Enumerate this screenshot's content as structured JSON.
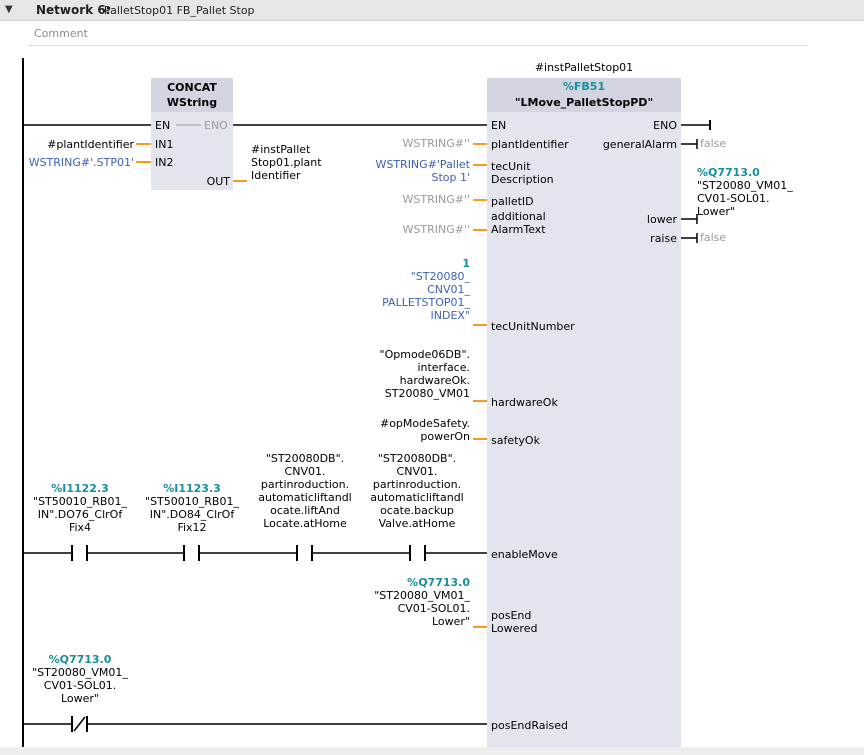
{
  "network": {
    "toggle_icon": "collapse-triangle-icon",
    "title": "Network 6:",
    "name": "PalletStop01 FB_Pallet Stop",
    "comment_placeholder": "Comment"
  },
  "concat": {
    "title": "CONCAT",
    "type": "WString",
    "en": "EN",
    "eno": "ENO",
    "in1": "IN1",
    "in2": "IN2",
    "out": "OUT",
    "in1_value": "#plantIdentifier",
    "in2_value": "WSTRING#'.STP01'",
    "out_value": [
      "#instPallet",
      "Stop01.plant",
      "Identifier"
    ]
  },
  "fb": {
    "instance": "#instPalletStop01",
    "number": "%FB51",
    "name": "\"LMove_PalletStopPD\"",
    "en": "EN",
    "eno": "ENO",
    "inputs": {
      "plantIdentifier": {
        "label": "plantIdentifier",
        "value": "WSTRING#''"
      },
      "tecUnitDescription": {
        "label": [
          "tecUnit",
          "Description"
        ],
        "value": [
          "WSTRING#'Pallet",
          "Stop 1'"
        ]
      },
      "palletID": {
        "label": "palletID",
        "value": "WSTRING#''"
      },
      "additionalAlarmText": {
        "label": [
          "additional",
          "AlarmText"
        ],
        "value": "WSTRING#''"
      },
      "tecUnitNumber": {
        "label": "tecUnitNumber",
        "value": [
          "1",
          "\"ST20080_",
          "CNV01_",
          "PALLETSTOP01_",
          "INDEX\""
        ]
      },
      "hardwareOk": {
        "label": "hardwareOk",
        "value": [
          "\"Opmode06DB\".",
          "interface.",
          "hardwareOk.",
          "ST20080_VM01"
        ]
      },
      "safetyOk": {
        "label": "safetyOk",
        "value": [
          "#opModeSafety.",
          "powerOn"
        ]
      },
      "enableMove": {
        "label": "enableMove"
      },
      "posEndLowered": {
        "label": [
          "posEnd",
          "Lowered"
        ],
        "address": "%Q7713.0",
        "value": [
          "\"ST20080_VM01_",
          "CV01-SOL01.",
          "Lower\""
        ]
      },
      "posEndRaised": {
        "label": "posEndRaised"
      }
    },
    "outputs": {
      "generalAlarm": {
        "label": "generalAlarm",
        "value": "false"
      },
      "lower": {
        "label": "lower",
        "address": "%Q7713.0",
        "value": [
          "\"ST20080_VM01_",
          "CV01-SOL01.",
          "Lower\""
        ]
      },
      "raise": {
        "label": "raise",
        "value": "false"
      }
    }
  },
  "contacts": {
    "c1": {
      "address": "%I1122.3",
      "tag": [
        "\"ST50010_RB01_",
        "IN\".DO76_ClrOf",
        "Fix4"
      ]
    },
    "c2": {
      "address": "%I1123.3",
      "tag": [
        "\"ST50010_RB01_",
        "IN\".DO84_ClrOf",
        "Fix12"
      ]
    },
    "c3": {
      "tag": [
        "\"ST20080DB\".",
        "CNV01.",
        "partinroduction.",
        "automaticliftandl",
        "ocate.liftAnd",
        "Locate.atHome"
      ]
    },
    "c4": {
      "tag": [
        "\"ST20080DB\".",
        "CNV01.",
        "partinroduction.",
        "automaticliftandl",
        "ocate.backup",
        "Valve.atHome"
      ]
    },
    "c5": {
      "address": "%Q7713.0",
      "tag": [
        "\"ST20080_VM01_",
        "CV01-SOL01.",
        "Lower\""
      ],
      "negated": true
    }
  },
  "colors": {
    "block_fill": "#e3e5ee",
    "block_header": "#d2d5e0",
    "wire": "#000000",
    "orange_pin": "#f59a23",
    "address": "#178f9c",
    "constant": "#3d62b3"
  }
}
